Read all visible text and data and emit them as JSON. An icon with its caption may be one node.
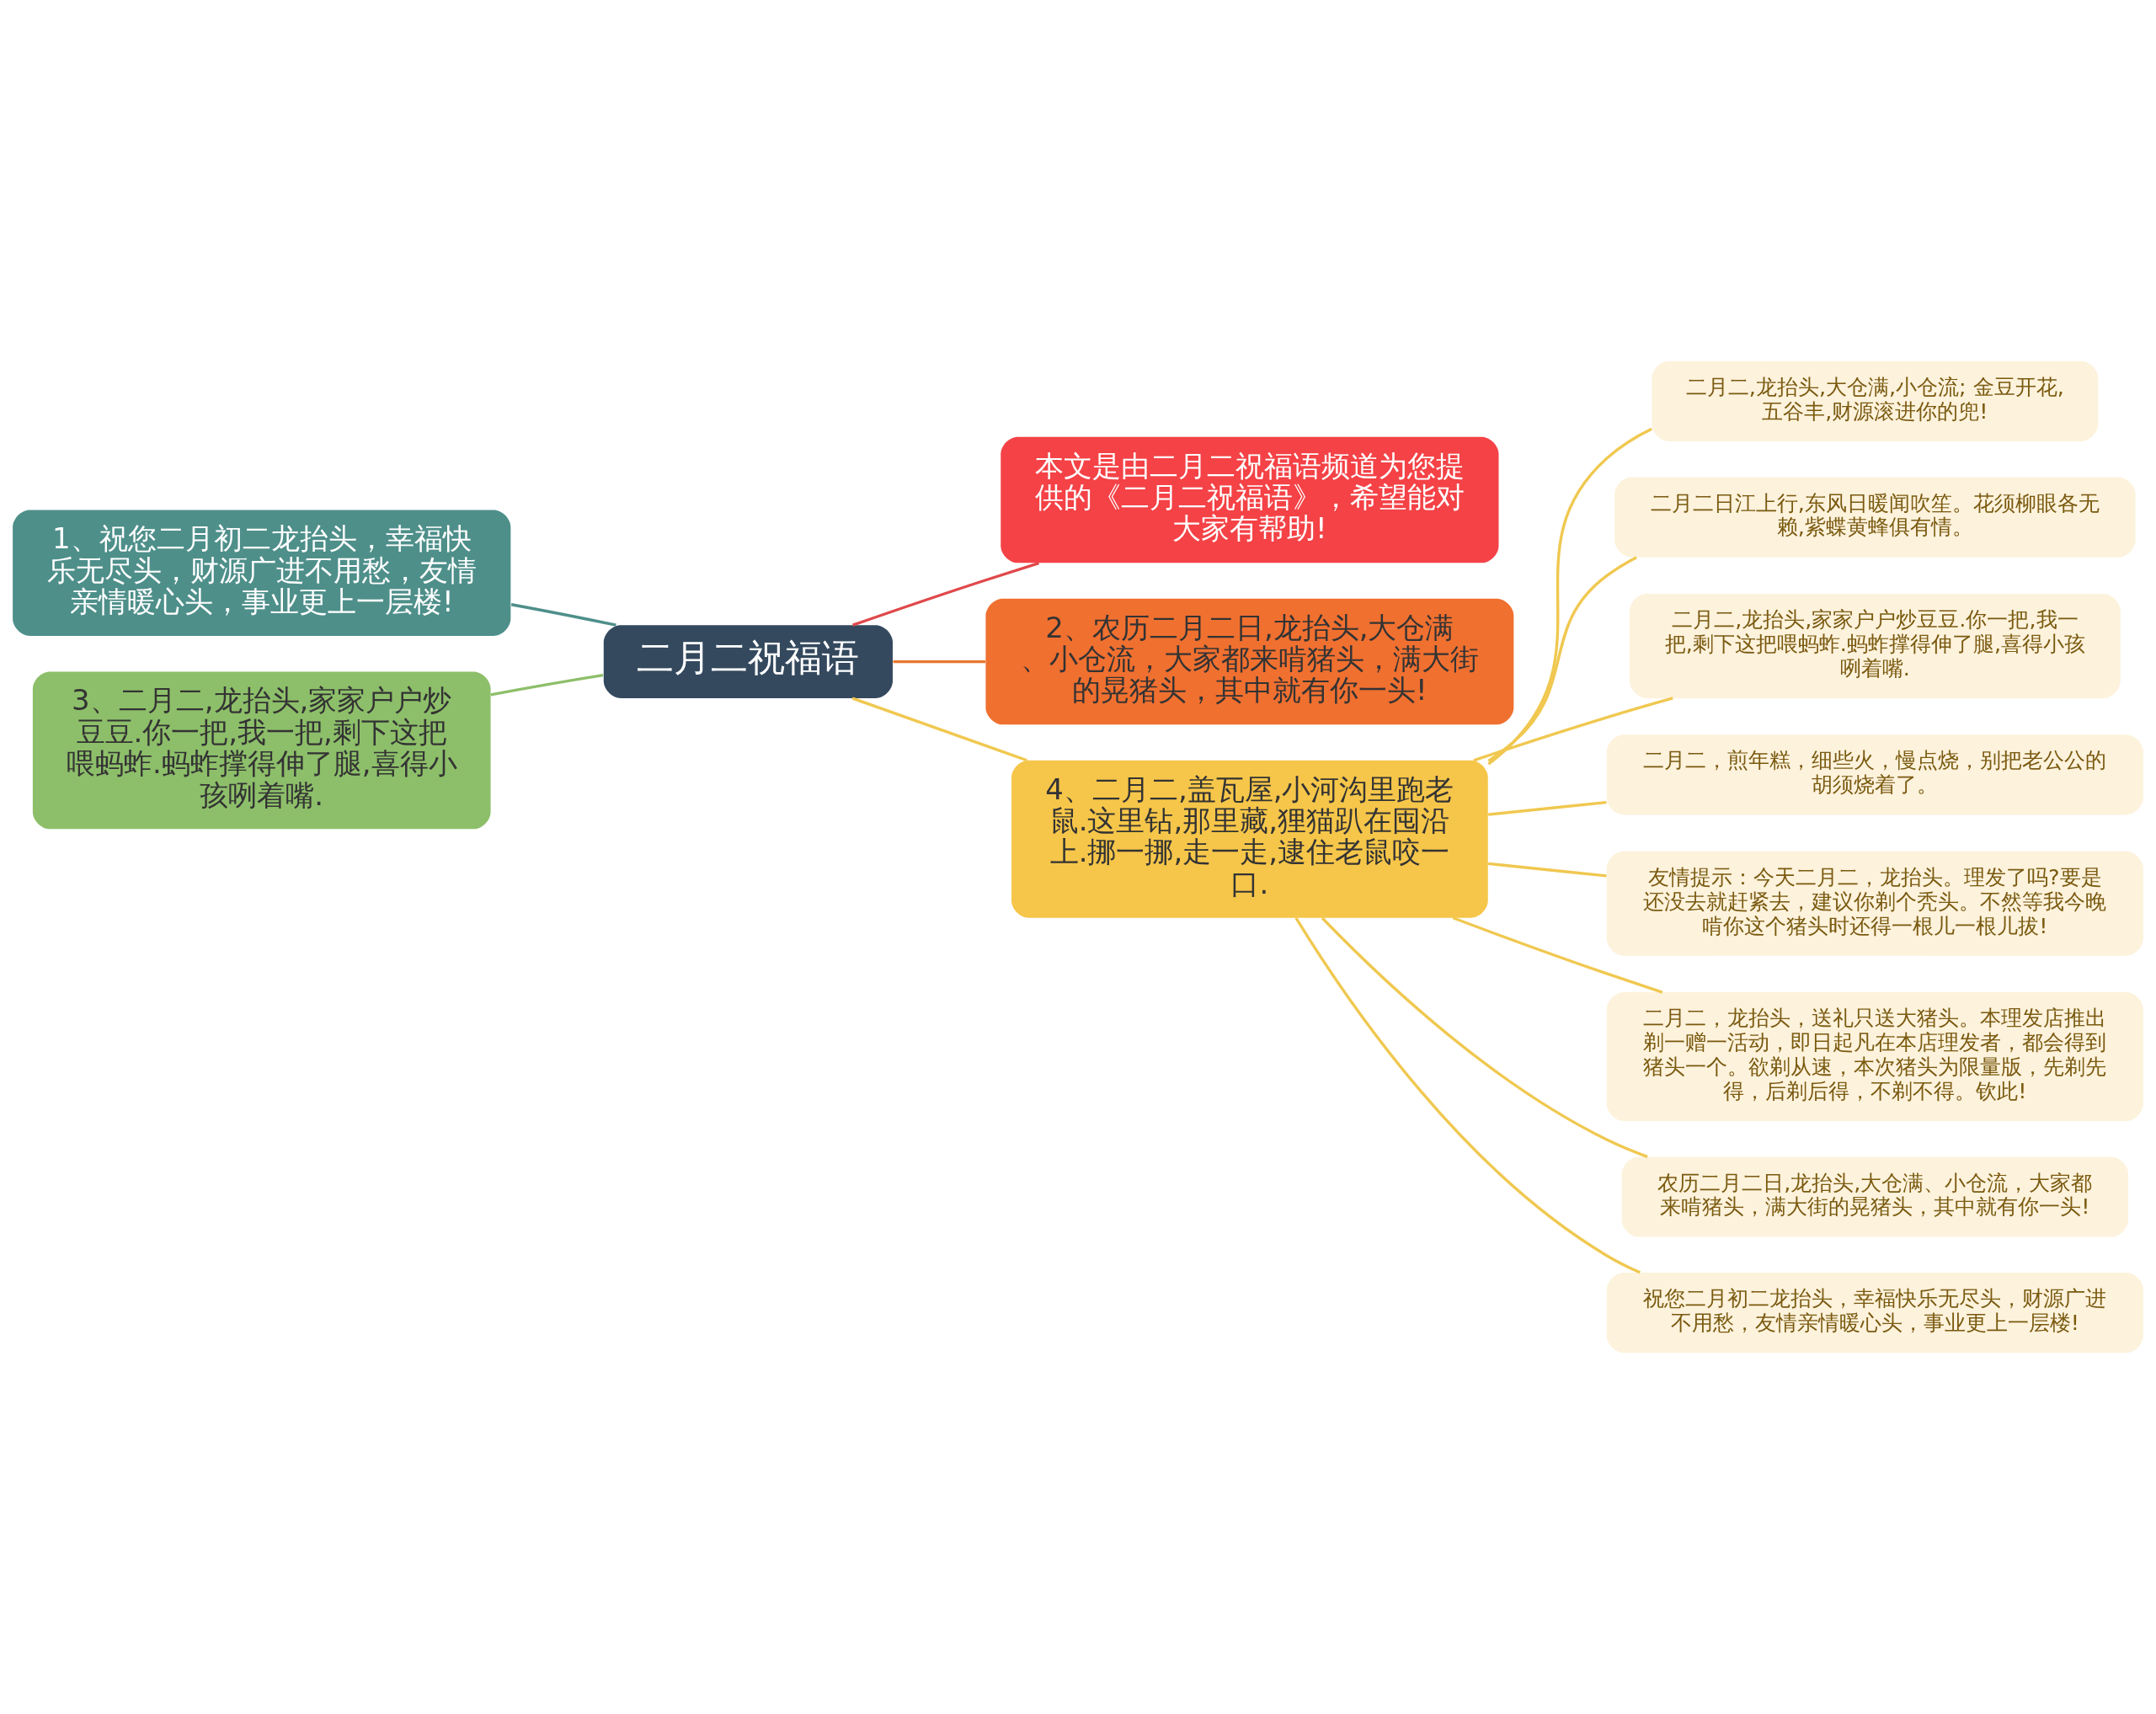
{
  "diagram": {
    "nodes": [
      {
        "text": [
          "二月二祝福语"
        ]
      },
      {
        "text": [
          "本文是由二月二祝福语频道为您提供的《二月二祝福语》，希望能对大家有帮助!"
        ]
      },
      {
        "text": [
          "2、农历二月二日,龙抬头,大仓满、小仓流，大家都来啃猪头，满大街的晃猪头，其中就有你一头!"
        ]
      },
      {
        "text": [
          "1、祝您二月初二龙抬头，幸福快乐无尽头，财源广进不用愁，友情亲情暖心头，事业更上一层楼!"
        ]
      },
      {
        "text": [
          "3、二月二,龙抬头,家家户户炒豆豆.你一把,我一把,剩下这把喂蚂蚱.蚂蚱撑得伸了腿,喜得小孩咧着嘴."
        ]
      },
      {
        "text": [
          "4、二月二,盖瓦屋,小河沟里跑老鼠.这里钻,那里藏,狸猫趴在囤沿上.挪一挪,走一走,逮住老鼠咬一口."
        ]
      },
      {
        "text": [
          "二月二,龙抬头,大仓满,小仓流; 金豆开花,五谷丰,财源滚进你的兜!"
        ]
      },
      {
        "text": [
          "二月二日江上行,东风日暖闻吹笙。花须柳眼各无赖,紫蝶黄蜂俱有情。"
        ]
      },
      {
        "text": [
          "二月二,龙抬头,家家户户炒豆豆.你一把,我一把,剩下这把喂蚂蚱.蚂蚱撑得伸了腿,喜得小孩咧着嘴."
        ]
      },
      {
        "text": [
          "二月二，煎年糕，细些火，慢点烧，别把老公公的胡须烧着了。"
        ]
      },
      {
        "text": [
          "友情提示：今天二月二，龙抬头。理发了吗?要是还没去就赶紧去，建议你剃个秃头。不然等我今晚啃你这个猪头时还得一根儿一根儿拔!"
        ]
      },
      {
        "text": [
          "二月二，龙抬头，送礼只送大猪头。本理发店推出剃一赠一活动，即日起凡在本店理发者，都会得到猪头一个。欲剃从速，本次猪头为限量版，先剃先得，后剃后得，不剃不得。钦此!"
        ]
      },
      {
        "text": [
          "农历二月二日,龙抬头,大仓满、小仓流，大家都来啃猪头，满大街的晃猪头，其中就有你一头!"
        ]
      },
      {
        "text": [
          "祝您二月初二龙抬头，幸福快乐无尽头，财源广进不用愁，友情亲情暖心头，事业更上一层楼!"
        ]
      }
    ],
    "edges": [
      {
        "from": 0,
        "to": 1,
        "arrow": "none",
        "color": "#e0484a"
      },
      {
        "from": 0,
        "to": 2,
        "arrow": "none",
        "color": "#e8762e"
      },
      {
        "from": 0,
        "to": 3,
        "arrow": "none",
        "color": "#4e8f8a"
      },
      {
        "from": 0,
        "to": 4,
        "arrow": "none",
        "color": "#8dbf6a"
      },
      {
        "from": 0,
        "to": 5,
        "arrow": "none"
      },
      {
        "from": 5,
        "to": 6,
        "arrow": "none"
      },
      {
        "from": 5,
        "to": 7,
        "arrow": "none"
      },
      {
        "from": 5,
        "to": 8,
        "arrow": "none"
      },
      {
        "from": 5,
        "to": 9,
        "arrow": "none"
      },
      {
        "from": 5,
        "to": 10,
        "arrow": "none"
      },
      {
        "from": 5,
        "to": 11,
        "arrow": "none"
      },
      {
        "from": 5,
        "to": 12,
        "arrow": "none"
      },
      {
        "from": 5,
        "to": 13,
        "arrow": "none"
      }
    ]
  }
}
